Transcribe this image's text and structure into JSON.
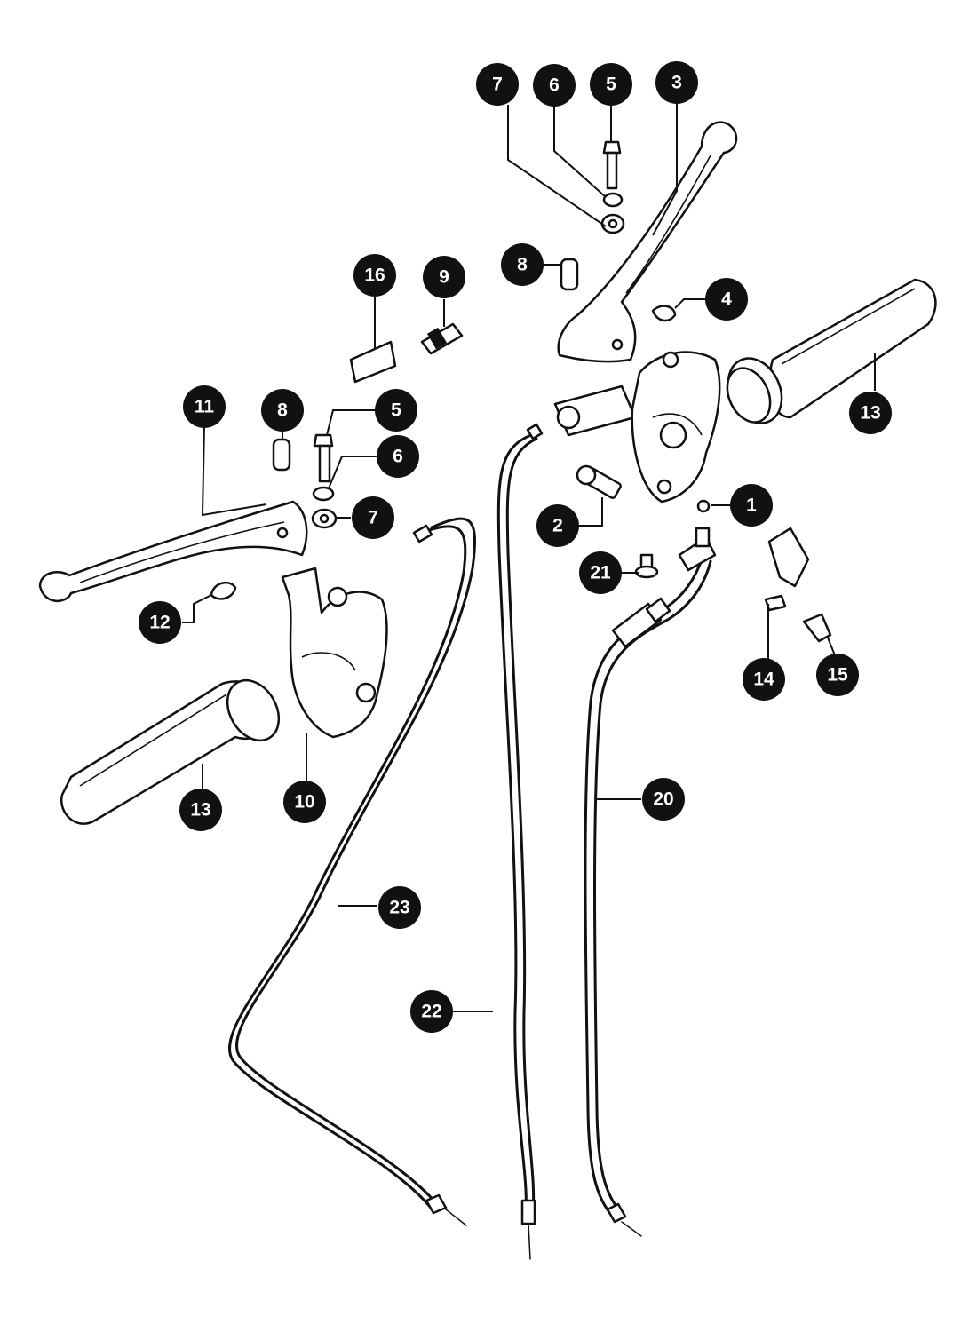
{
  "diagram": {
    "callouts": [
      {
        "id": "c-7-top",
        "label": "7"
      },
      {
        "id": "c-6-top",
        "label": "6"
      },
      {
        "id": "c-5-top",
        "label": "5"
      },
      {
        "id": "c-3",
        "label": "3"
      },
      {
        "id": "c-8-right",
        "label": "8"
      },
      {
        "id": "c-4",
        "label": "4"
      },
      {
        "id": "c-16",
        "label": "16"
      },
      {
        "id": "c-9",
        "label": "9"
      },
      {
        "id": "c-13-right",
        "label": "13"
      },
      {
        "id": "c-11",
        "label": "11"
      },
      {
        "id": "c-8-left",
        "label": "8"
      },
      {
        "id": "c-5-left",
        "label": "5"
      },
      {
        "id": "c-6-left",
        "label": "6"
      },
      {
        "id": "c-7-left",
        "label": "7"
      },
      {
        "id": "c-1",
        "label": "1"
      },
      {
        "id": "c-2",
        "label": "2"
      },
      {
        "id": "c-21",
        "label": "21"
      },
      {
        "id": "c-12",
        "label": "12"
      },
      {
        "id": "c-14",
        "label": "14"
      },
      {
        "id": "c-15",
        "label": "15"
      },
      {
        "id": "c-13-left",
        "label": "13"
      },
      {
        "id": "c-10",
        "label": "10"
      },
      {
        "id": "c-20",
        "label": "20"
      },
      {
        "id": "c-23",
        "label": "23"
      },
      {
        "id": "c-22",
        "label": "22"
      }
    ]
  }
}
